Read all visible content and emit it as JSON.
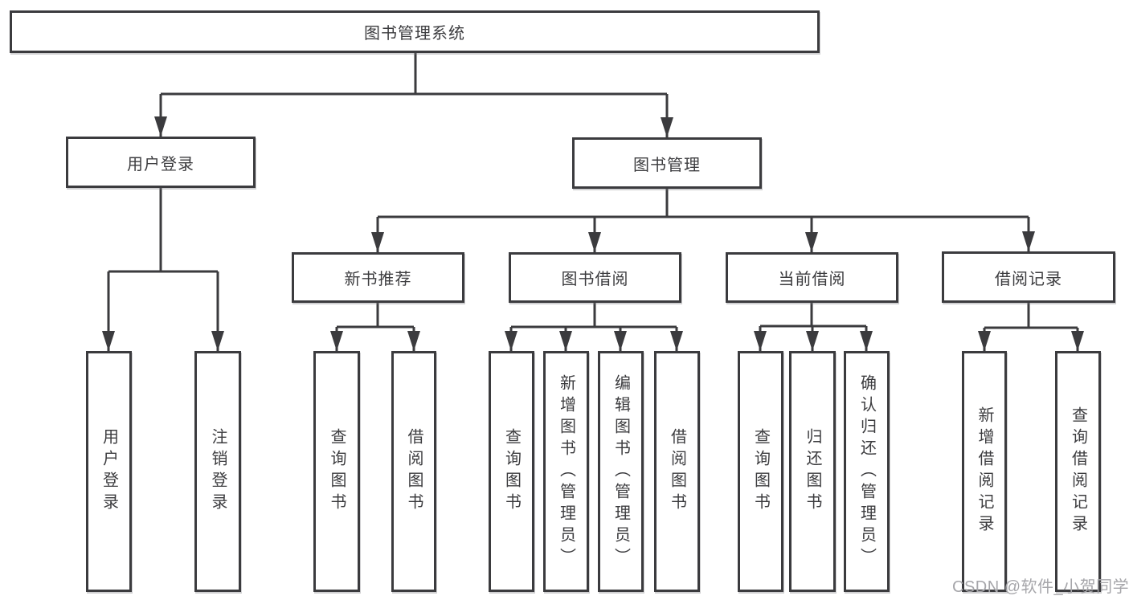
{
  "tree": {
    "label": "图书管理系统",
    "children": [
      {
        "label": "用户登录",
        "children": [
          {
            "label": "用户登录"
          },
          {
            "label": "注销登录"
          }
        ]
      },
      {
        "label": "图书管理",
        "children": [
          {
            "label": "新书推荐",
            "children": [
              {
                "label": "查询图书"
              },
              {
                "label": "借阅图书"
              }
            ]
          },
          {
            "label": "图书借阅",
            "children": [
              {
                "label": "查询图书"
              },
              {
                "label": "新增图书（管理员）"
              },
              {
                "label": "编辑图书（管理员）"
              },
              {
                "label": "借阅图书"
              }
            ]
          },
          {
            "label": "当前借阅",
            "children": [
              {
                "label": "查询图书"
              },
              {
                "label": "归还图书"
              },
              {
                "label": "确认归还（管理员）"
              }
            ]
          },
          {
            "label": "借阅记录",
            "children": [
              {
                "label": "新增借阅记录"
              },
              {
                "label": "查询借阅记录"
              }
            ]
          }
        ]
      }
    ]
  },
  "watermark": "CSDN @软件_小贺同学",
  "colors": {
    "line": "#3b3b3e",
    "box_border": "#3b3b3e",
    "box_fill": "#ffffff",
    "text": "#3c3c3f",
    "watermark": "#a6a6aa"
  }
}
